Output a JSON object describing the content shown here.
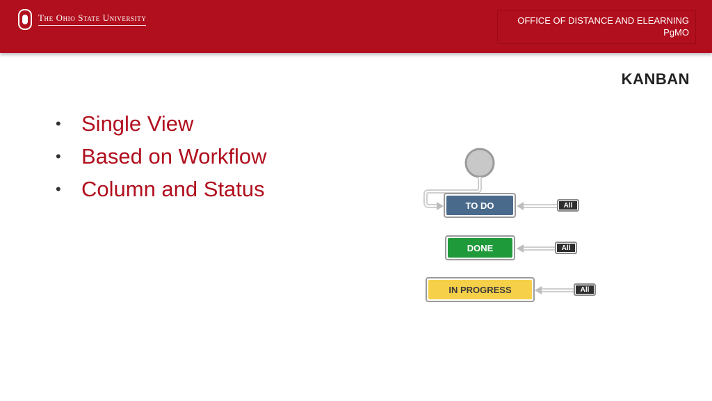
{
  "header": {
    "university_name": "The Ohio State University",
    "office_line1": "OFFICE OF DISTANCE AND ELEARNING",
    "office_line2": "PgMO",
    "brand_color": "#b10f1e"
  },
  "slide": {
    "title": "KANBAN",
    "bullets": [
      "Single View",
      "Based on Workflow",
      "Column and Status"
    ]
  },
  "workflow": {
    "statuses": [
      {
        "label": "TO DO",
        "color": "#4a6a8c",
        "transition_label": "All"
      },
      {
        "label": "DONE",
        "color": "#1f9a3a",
        "transition_label": "All"
      },
      {
        "label": "IN PROGRESS",
        "color": "#f7d04a",
        "transition_label": "All"
      }
    ],
    "start_node_icon": "circle-start-icon"
  }
}
